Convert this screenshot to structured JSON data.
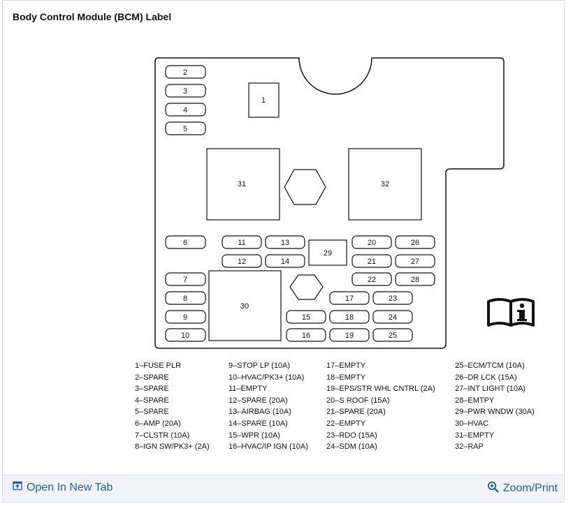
{
  "title": "Body Control Module (BCM) Label",
  "boxes": {
    "b1": "1",
    "b2": "2",
    "b3": "3",
    "b4": "4",
    "b5": "5",
    "b6": "6",
    "b7": "7",
    "b8": "8",
    "b9": "9",
    "b10": "10",
    "b11": "11",
    "b12": "12",
    "b13": "13",
    "b14": "14",
    "b15": "15",
    "b16": "16",
    "b17": "17",
    "b18": "18",
    "b19": "19",
    "b20": "20",
    "b21": "21",
    "b22": "22",
    "b23": "23",
    "b24": "24",
    "b25": "25",
    "b26": "26",
    "b27": "27",
    "b28": "28",
    "b29": "29",
    "b30": "30",
    "b31": "31",
    "b32": "32"
  },
  "legend": {
    "col1": [
      "1–FUSE PLR",
      "2–SPARE",
      "3–SPARE",
      "4–SPARE",
      "5–SPARE",
      "6–AMP (20A)",
      "7–CLSTR (10A)",
      "8–IGN SW/PK3+ (2A)"
    ],
    "col2": [
      "9–STOP LP (10A)",
      "10–HVAC/PK3+ (10A)",
      "11–EMPTY",
      "12–SPARE (20A)",
      "13–AIRBAG (10A)",
      "14–SPARE (10A)",
      "15–WPR (10A)",
      "16–HVAC/IP IGN (10A)"
    ],
    "col3": [
      "17–EMPTY",
      "18–EMPTY",
      "19–EPS/STR WHL CNTRL (2A)",
      "20–S ROOF (15A)",
      "21–SPARE (20A)",
      "22–EMPTY",
      "23–RDO (15A)",
      "24–SDM (10A)"
    ],
    "col4": [
      "25–ECM/TCM (10A)",
      "26–DR LCK (15A)",
      "27–INT LIGHT (10A)",
      "28–EMTPY",
      "29–PWR WNDW (30A)",
      "30–HVAC",
      "31–EMPTY",
      "32–RAP"
    ]
  },
  "footer": {
    "open_tab": "Open In New Tab",
    "zoom_print": "Zoom/Print",
    "link_color": "#1d5fa3"
  }
}
